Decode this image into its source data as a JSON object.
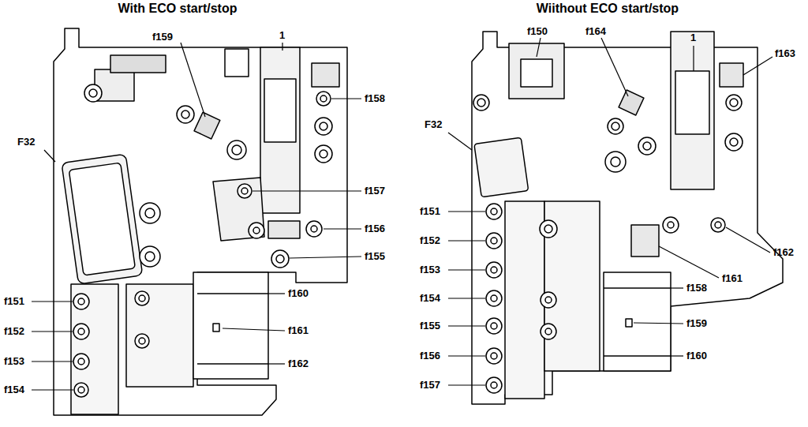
{
  "diagram": {
    "labels": [
      "With ECO start/stop",
      "1",
      "f159",
      "f158",
      "F32",
      "f157",
      "f156",
      "f155",
      "f160",
      "f161",
      "f162",
      "f151",
      "f152",
      "f153",
      "f154",
      "Wiithout ECO start/stop",
      "f150",
      "f164",
      "1",
      "f163",
      "F32",
      "f151",
      "f152",
      "f153",
      "f154",
      "f155",
      "f156",
      "f157",
      "f162",
      "f161",
      "f158",
      "f159",
      "f160"
    ]
  }
}
